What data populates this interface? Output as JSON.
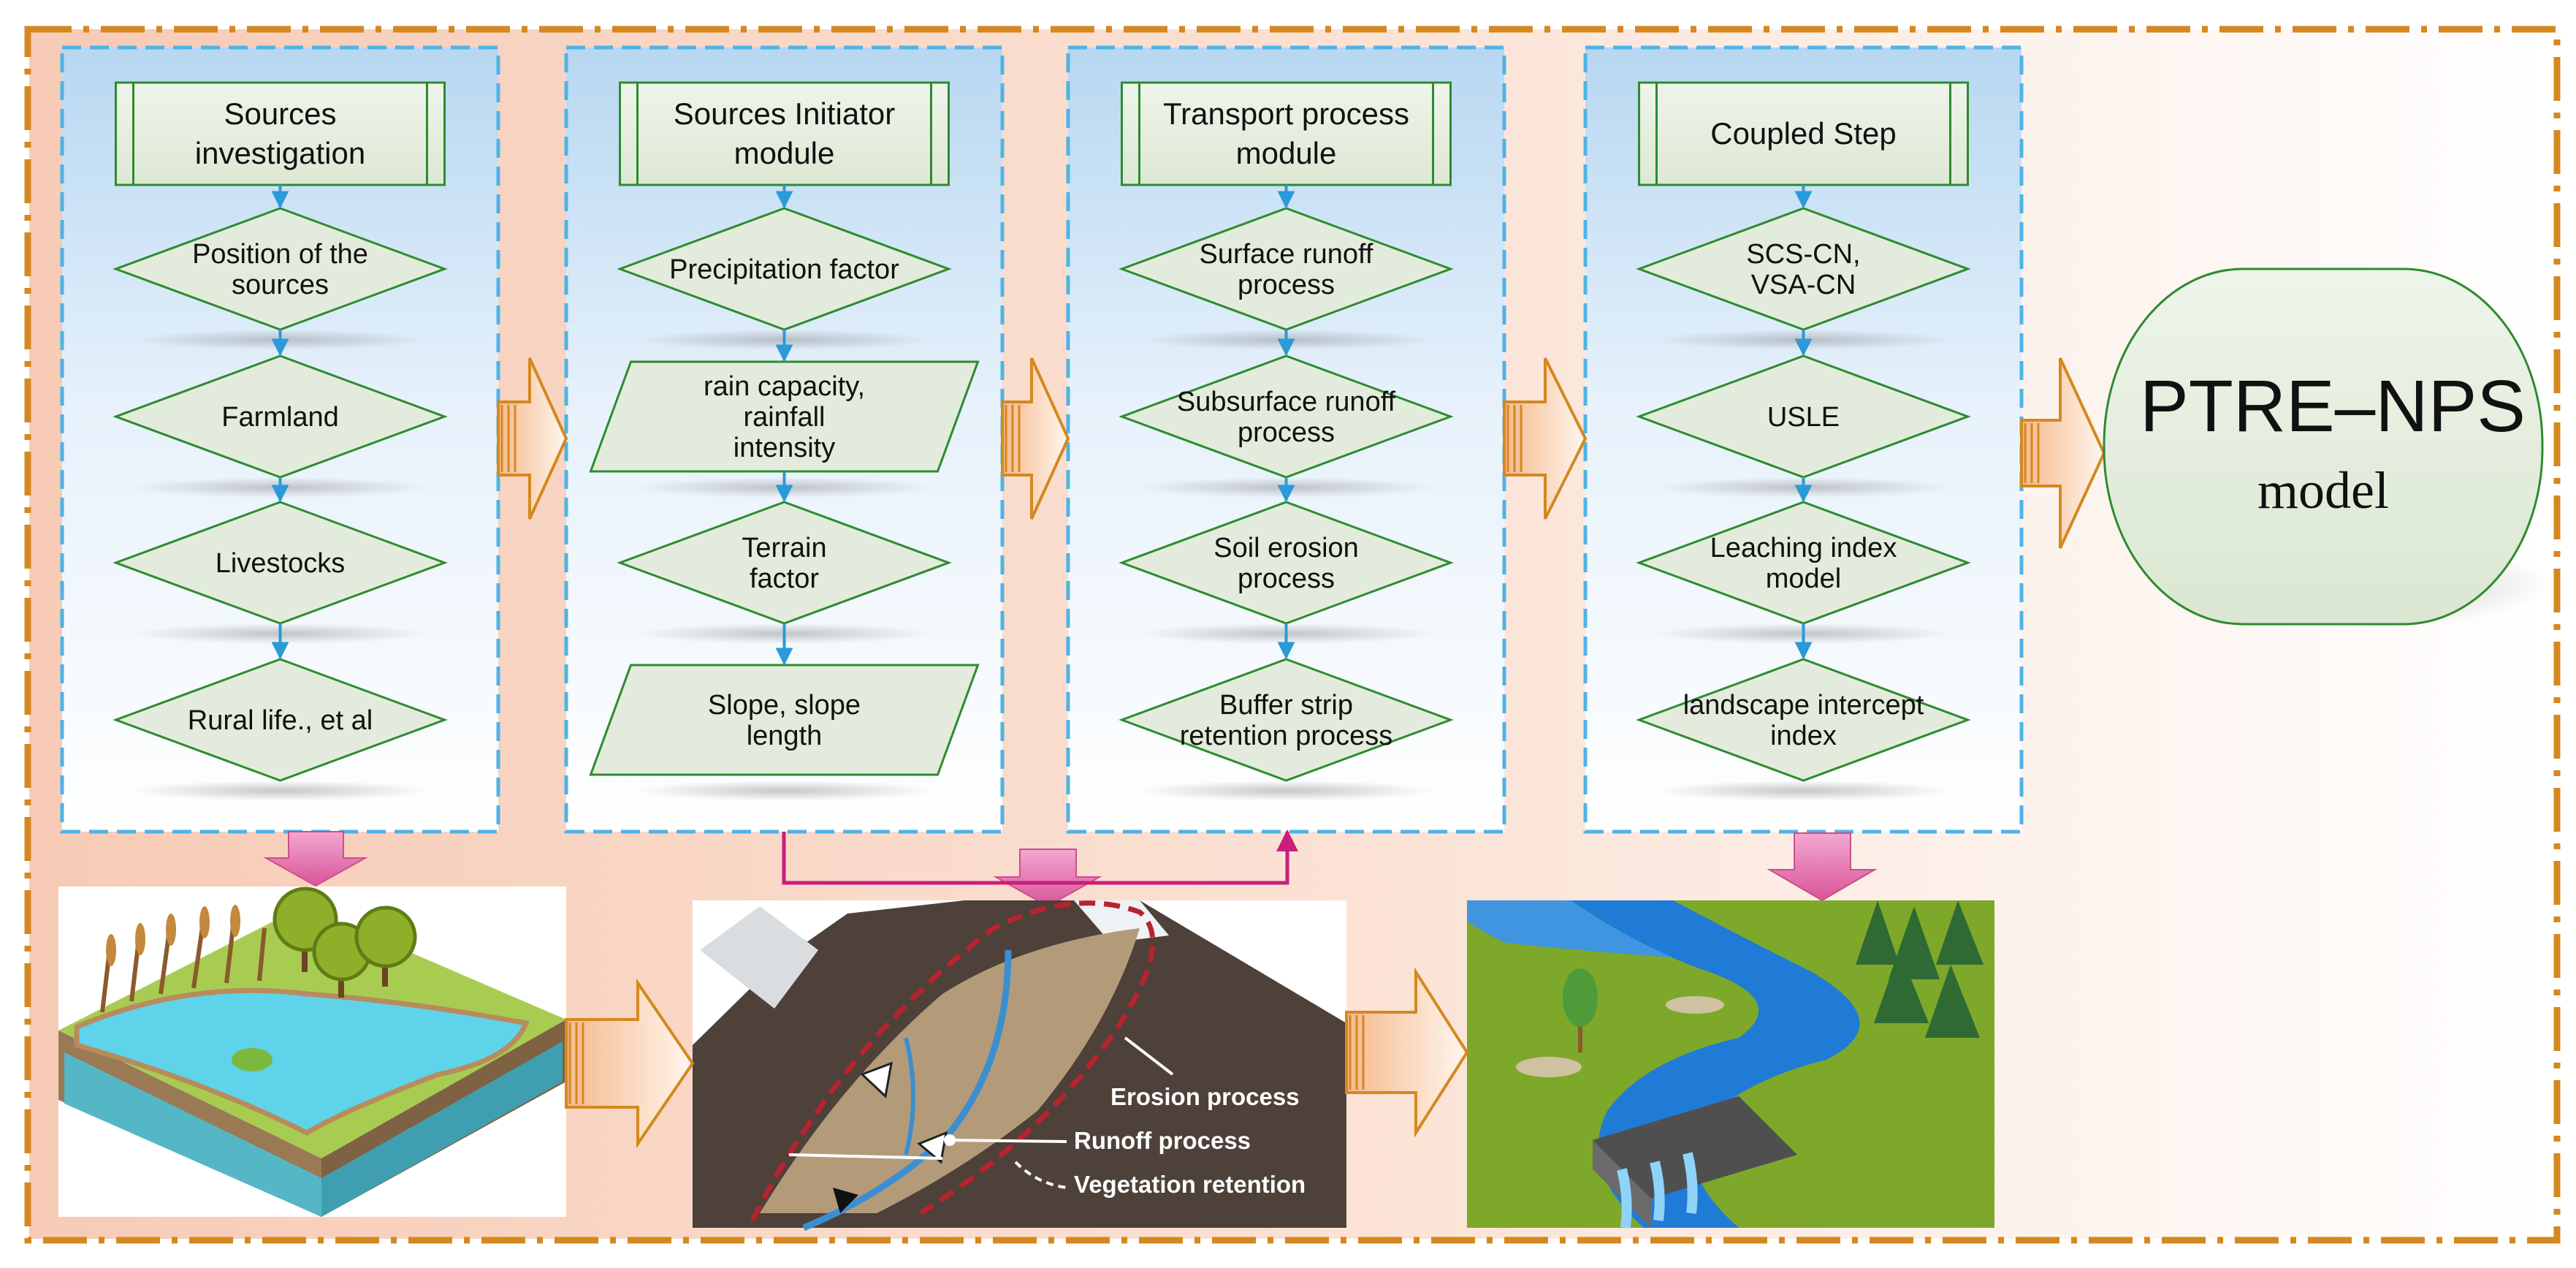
{
  "colors": {
    "outer_border": "#d4881f",
    "background_peach": "#f8d4c2",
    "panel_border": "#4fb3e6",
    "shape_stroke": "#2e8b2e",
    "shape_fill": "#e3ecdc",
    "connector": "#2a9ad8",
    "block_arrow": "#d4881f",
    "pink_arrow": "#e07ab5",
    "magenta_line": "#c81e7c"
  },
  "columns": [
    {
      "header": [
        "Sources",
        "investigation"
      ],
      "steps": [
        {
          "shape": "diamond",
          "lines": [
            "Position of the",
            "sources"
          ]
        },
        {
          "shape": "diamond",
          "lines": [
            "Farmland"
          ]
        },
        {
          "shape": "diamond",
          "lines": [
            "Livestocks"
          ]
        },
        {
          "shape": "diamond",
          "lines": [
            "Rural life., et al"
          ]
        }
      ]
    },
    {
      "header": [
        "Sources Initiator",
        "module"
      ],
      "steps": [
        {
          "shape": "diamond",
          "lines": [
            "Precipitation factor"
          ]
        },
        {
          "shape": "parallelogram",
          "lines": [
            "rain capacity,",
            "rainfall",
            "intensity"
          ]
        },
        {
          "shape": "diamond",
          "lines": [
            "Terrain",
            "factor"
          ]
        },
        {
          "shape": "parallelogram",
          "lines": [
            "Slope, slope",
            "length"
          ]
        }
      ]
    },
    {
      "header": [
        "Transport process",
        "module"
      ],
      "steps": [
        {
          "shape": "diamond",
          "lines": [
            "Surface runoff",
            "process"
          ]
        },
        {
          "shape": "diamond",
          "lines": [
            "Subsurface runoff",
            "process"
          ]
        },
        {
          "shape": "diamond",
          "lines": [
            "Soil erosion",
            "process"
          ]
        },
        {
          "shape": "diamond",
          "lines": [
            "Buffer strip",
            "retention process"
          ]
        }
      ]
    },
    {
      "header": [
        "Coupled Step"
      ],
      "steps": [
        {
          "shape": "diamond",
          "lines": [
            "SCS-CN,",
            "VSA-CN"
          ]
        },
        {
          "shape": "diamond",
          "lines": [
            "USLE"
          ]
        },
        {
          "shape": "diamond",
          "lines": [
            "Leaching index",
            "model"
          ]
        },
        {
          "shape": "diamond",
          "lines": [
            "landscape intercept",
            "index"
          ]
        }
      ]
    }
  ],
  "terminal": {
    "title": "PTRE–NPS",
    "subtitle": "model"
  },
  "illustrations": {
    "middle_labels": [
      "Erosion process",
      "Runoff process",
      "Vegetation retention"
    ]
  }
}
